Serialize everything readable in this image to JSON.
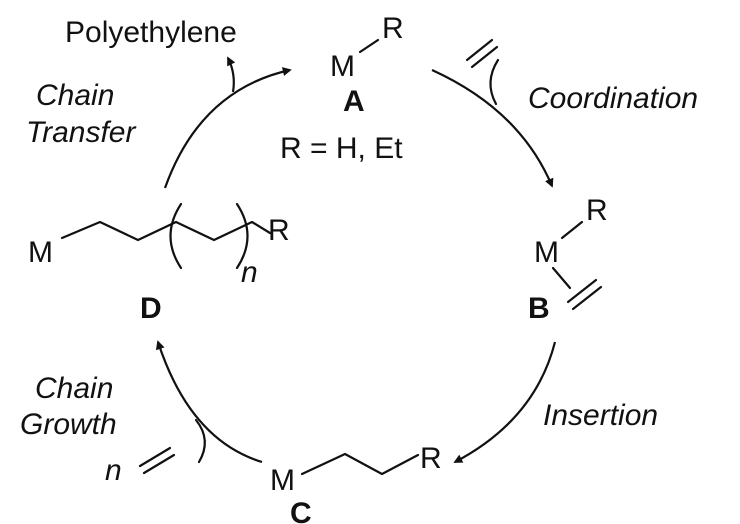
{
  "product": "Polyethylene",
  "species": {
    "A": {
      "metal": "M",
      "group": "R",
      "label": "A"
    },
    "B": {
      "metal": "M",
      "group": "R",
      "label": "B"
    },
    "C": {
      "metal": "M",
      "group": "R",
      "label": "C"
    },
    "D": {
      "metal": "M",
      "group": "R",
      "repeat": "n",
      "label": "D"
    }
  },
  "r_definition": "R = H, Et",
  "steps": {
    "coordination": "Coordination",
    "insertion": "Insertion",
    "chain_growth_1": "Chain",
    "chain_growth_2": "Growth",
    "chain_growth_coef": "n",
    "chain_transfer_1": "Chain",
    "chain_transfer_2": "Transfer"
  }
}
